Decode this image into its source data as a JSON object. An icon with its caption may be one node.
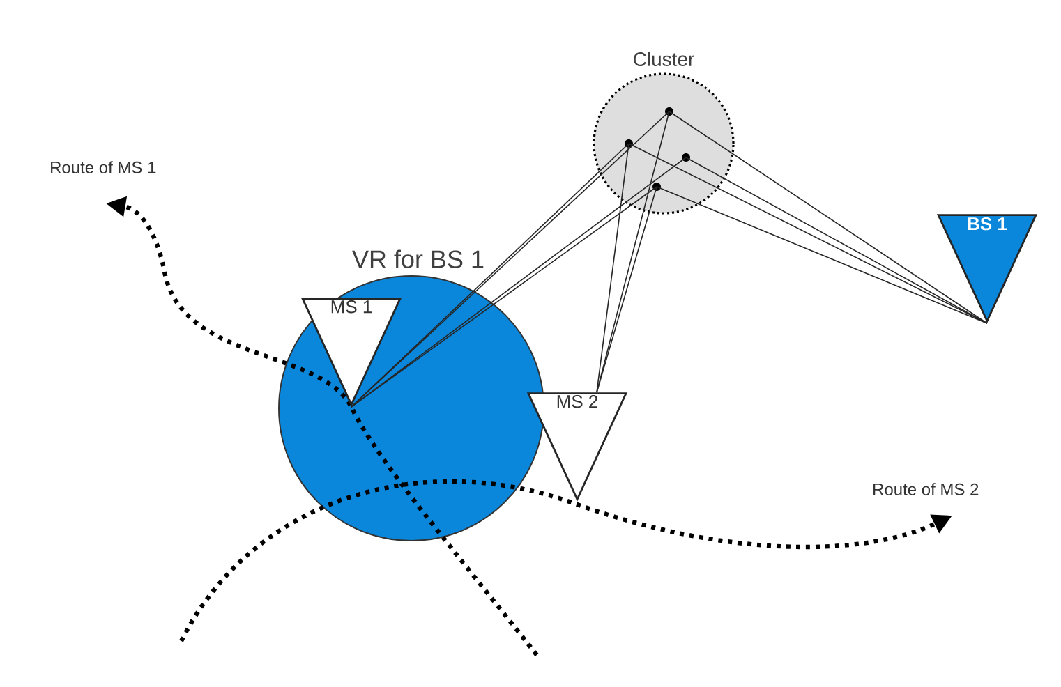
{
  "diagram": {
    "nodes": [
      {
        "text": [
          "Cluster"
        ]
      },
      {
        "text": [],
        "shape": "circle",
        "in": 0
      },
      {
        "text": [],
        "shape": "circle",
        "in": 0
      },
      {
        "text": [],
        "shape": "circle",
        "in": 0
      },
      {
        "text": [],
        "shape": "circle",
        "in": 0
      },
      {
        "text": [
          "VR for BS 1"
        ]
      },
      {
        "text": [
          "MS 1"
        ],
        "in": 5
      },
      {
        "text": [
          "MS 2"
        ]
      },
      {
        "text": [
          "BS 1"
        ]
      }
    ],
    "edges": [
      {
        "from": 1,
        "to": 6,
        "arrow": "none"
      },
      {
        "from": 2,
        "to": 6,
        "arrow": "none"
      },
      {
        "from": 3,
        "to": 6,
        "arrow": "none"
      },
      {
        "from": 4,
        "to": 6,
        "arrow": "none"
      },
      {
        "from": 1,
        "to": 7,
        "arrow": "none"
      },
      {
        "from": 2,
        "to": 7,
        "arrow": "none"
      },
      {
        "from": 4,
        "to": 7,
        "arrow": "none"
      },
      {
        "from": 1,
        "to": 8,
        "arrow": "none"
      },
      {
        "from": 2,
        "to": 8,
        "arrow": "none"
      },
      {
        "from": 3,
        "to": 8,
        "arrow": "none"
      },
      {
        "from": 4,
        "to": 8,
        "arrow": "none"
      }
    ],
    "labels": [
      "Route of MS 1",
      "Route of MS 2"
    ]
  }
}
